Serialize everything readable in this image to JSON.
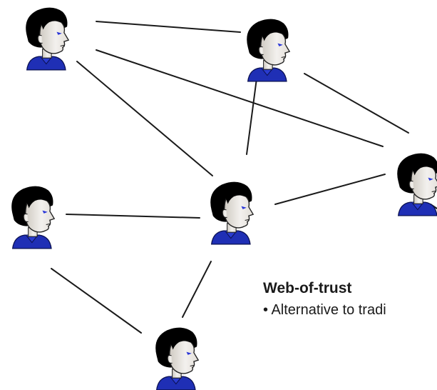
{
  "diagram": {
    "title": "Web-of-trust",
    "bullet_marker": "•",
    "bullet_text": "Alternative to tradi",
    "colors": {
      "edge": "#1a1a1a",
      "hair": "#000000",
      "skin": "#ece9e4",
      "shirt": "#1f2fb5",
      "eye": "#2a36d8"
    },
    "nodes": [
      {
        "id": "person-1",
        "icon": "person-icon"
      },
      {
        "id": "person-2",
        "icon": "person-icon"
      },
      {
        "id": "person-3",
        "icon": "person-icon"
      },
      {
        "id": "person-4",
        "icon": "person-icon"
      },
      {
        "id": "person-5",
        "icon": "person-icon"
      },
      {
        "id": "person-6",
        "icon": "person-icon"
      },
      {
        "id": "person-7",
        "icon": "person-icon"
      }
    ],
    "edges": [
      [
        "person-1",
        "person-2"
      ],
      [
        "person-1",
        "person-6"
      ],
      [
        "person-1",
        "person-4"
      ],
      [
        "person-2",
        "person-4"
      ],
      [
        "person-2",
        "person-3"
      ],
      [
        "person-6",
        "person-4"
      ],
      [
        "person-6",
        "person-3"
      ],
      [
        "person-5",
        "person-4"
      ],
      [
        "person-5",
        "person-7"
      ],
      [
        "person-4",
        "person-7"
      ]
    ]
  }
}
